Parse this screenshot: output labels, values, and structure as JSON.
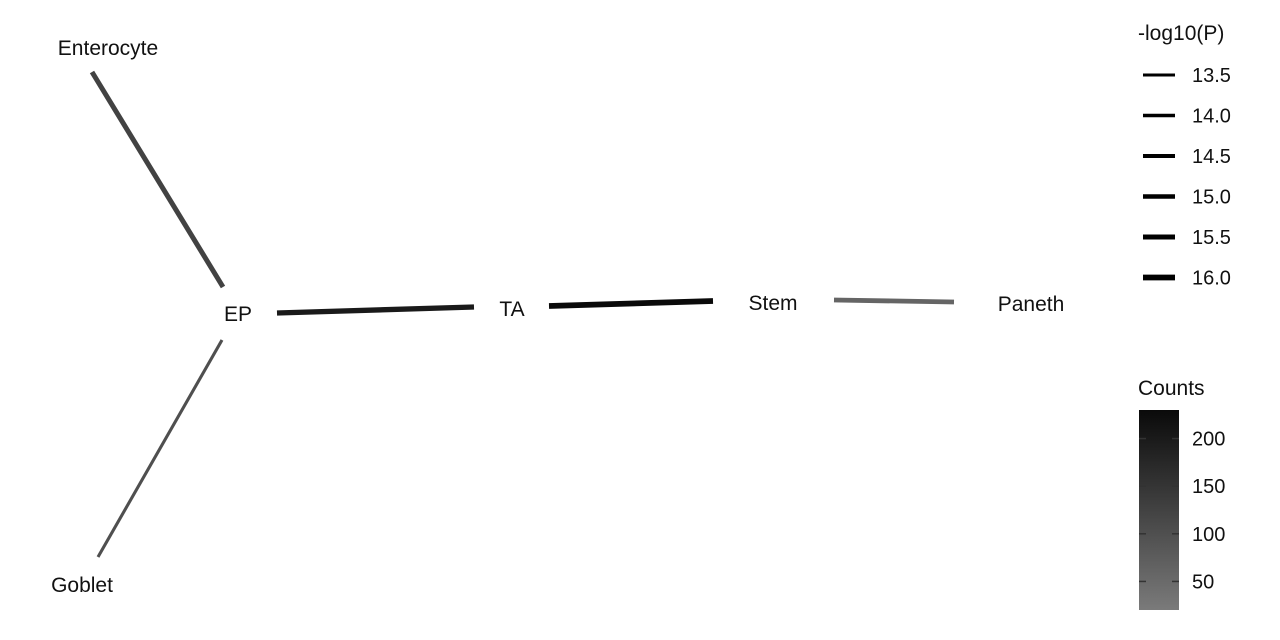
{
  "nodes": [
    {
      "id": "Enterocyte",
      "label": "Enterocyte"
    },
    {
      "id": "EP",
      "label": "EP"
    },
    {
      "id": "Goblet",
      "label": "Goblet"
    },
    {
      "id": "TA",
      "label": "TA"
    },
    {
      "id": "Stem",
      "label": "Stem"
    },
    {
      "id": "Paneth",
      "label": "Paneth"
    }
  ],
  "edges": [
    {
      "source": "Enterocyte",
      "target": "EP",
      "neglog10p": 15.4,
      "count": 125
    },
    {
      "source": "EP",
      "target": "Goblet",
      "neglog10p": 13.6,
      "count": 100
    },
    {
      "source": "EP",
      "target": "TA",
      "neglog10p": 15.7,
      "count": 200
    },
    {
      "source": "TA",
      "target": "Stem",
      "neglog10p": 16.1,
      "count": 230
    },
    {
      "source": "Stem",
      "target": "Paneth",
      "neglog10p": 15.2,
      "count": 60
    }
  ],
  "size_legend": {
    "title": "-log10(P)",
    "items": [
      {
        "value": 13.5,
        "label": "13.5"
      },
      {
        "value": 14.0,
        "label": "14.0"
      },
      {
        "value": 14.5,
        "label": "14.5"
      },
      {
        "value": 15.0,
        "label": "15.0"
      },
      {
        "value": 15.5,
        "label": "15.5"
      },
      {
        "value": 16.0,
        "label": "16.0"
      }
    ]
  },
  "color_legend": {
    "title": "Counts",
    "range": [
      20,
      230
    ],
    "color_low": "#7a7a7a",
    "color_high": "#0a0a0a",
    "ticks": [
      {
        "value": 50,
        "label": "50"
      },
      {
        "value": 100,
        "label": "100"
      },
      {
        "value": 150,
        "label": "150"
      },
      {
        "value": 200,
        "label": "200"
      }
    ]
  }
}
